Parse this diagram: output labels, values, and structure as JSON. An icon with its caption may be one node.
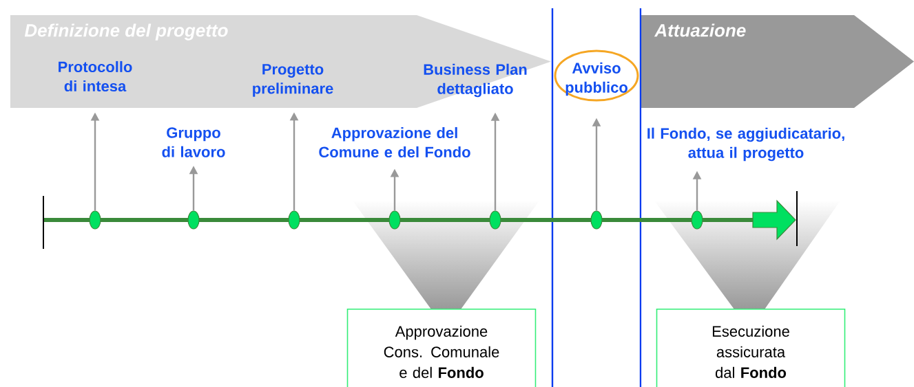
{
  "diagram": {
    "nodes": [
      {
        "text": [
          "Definizione del progetto"
        ]
      },
      {
        "text": [
          "Protocollo di intesa"
        ],
        "in": 0
      },
      {
        "text": [
          "Progetto preliminare"
        ],
        "in": 0
      },
      {
        "text": [
          "Business Plan dettagliato"
        ],
        "in": 0
      },
      {
        "text": [
          "Avviso pubblico"
        ]
      },
      {
        "text": [
          "Attuazione"
        ]
      },
      {
        "text": [
          "Gruppo di lavoro"
        ]
      },
      {
        "text": [
          "Approvazione del Comune e del Fondo"
        ]
      },
      {
        "text": [
          "Il Fondo, se aggiudicatario, attua il progetto"
        ]
      },
      {
        "text": [],
        "shape": "circle"
      },
      {
        "text": [],
        "shape": "circle"
      },
      {
        "text": [],
        "shape": "circle"
      },
      {
        "text": [],
        "shape": "circle"
      },
      {
        "text": [],
        "shape": "circle"
      },
      {
        "text": [],
        "shape": "circle"
      },
      {
        "text": [],
        "shape": "circle"
      },
      {
        "text": [
          "Approvazione Cons. Comunale e del **Fondo**"
        ]
      },
      {
        "text": [
          "Esecuzione assicurata dal **Fondo**"
        ]
      }
    ],
    "edges": [
      {
        "from": 9,
        "to": 1,
        "arrow": "to"
      },
      {
        "from": 10,
        "to": 6,
        "arrow": "to"
      },
      {
        "from": 11,
        "to": 2,
        "arrow": "to"
      },
      {
        "from": 12,
        "to": 7,
        "arrow": "to"
      },
      {
        "from": 13,
        "to": 3,
        "arrow": "to"
      },
      {
        "from": 14,
        "to": 4,
        "arrow": "to"
      },
      {
        "from": 15,
        "to": 8,
        "arrow": "to"
      }
    ]
  }
}
